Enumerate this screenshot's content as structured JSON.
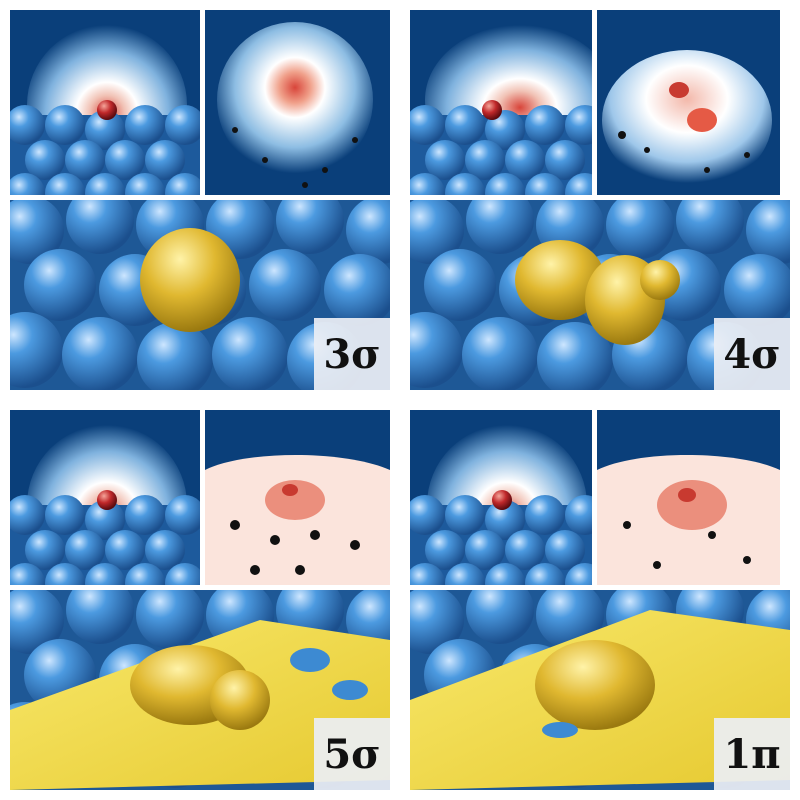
{
  "panels": [
    {
      "label": "3σ",
      "surface": "blob",
      "map": "ring"
    },
    {
      "label": "4σ",
      "surface": "double-blob",
      "map": "lobes"
    },
    {
      "label": "5σ",
      "surface": "sheet",
      "map": "diffuse"
    },
    {
      "label": "1π",
      "surface": "sheet",
      "map": "diffuse"
    }
  ],
  "colors": {
    "background_blue": "#0a3f7a",
    "atom_blue": "#3d8ad2",
    "density_red": "#d8453a",
    "isosurface_gold": "#e0b830",
    "sheet_yellow": "#f2dc4a",
    "label_box": "#ebeef4"
  }
}
